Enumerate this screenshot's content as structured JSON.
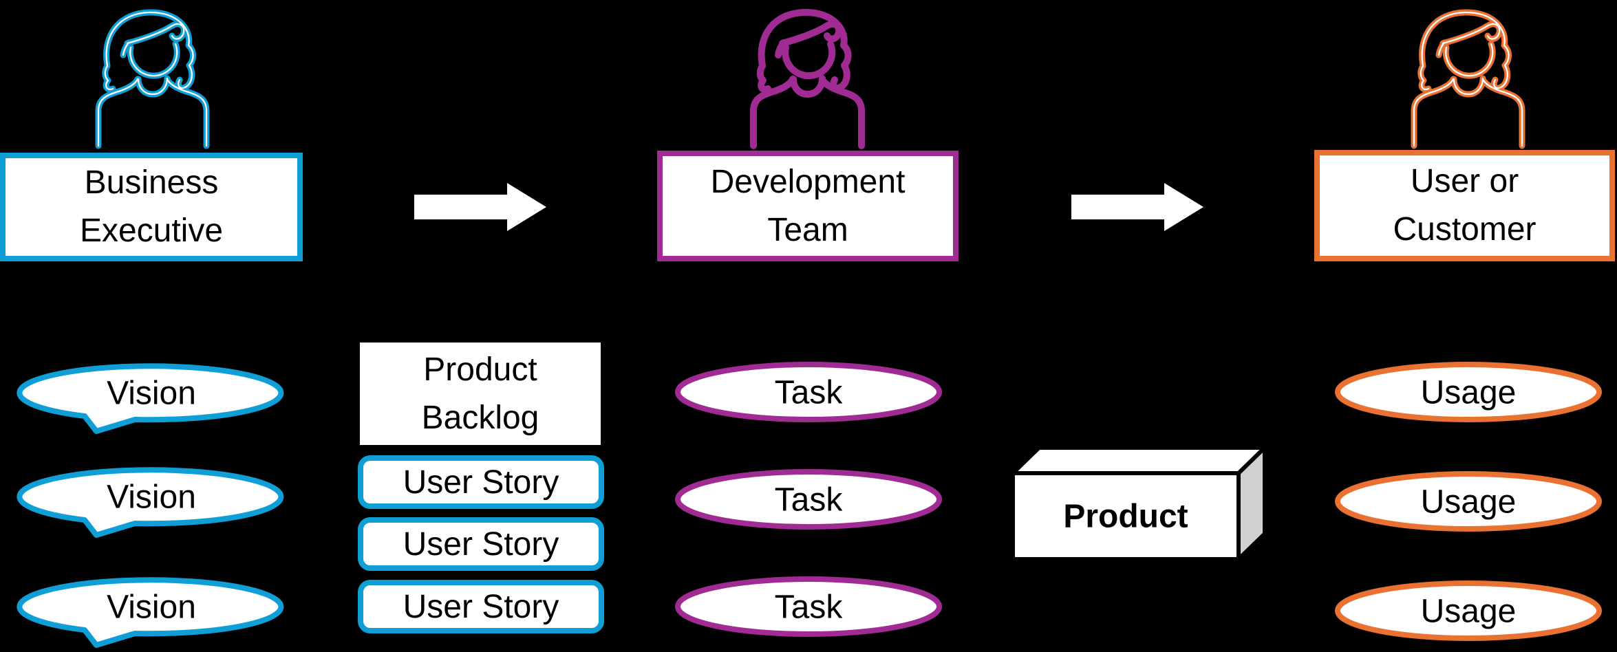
{
  "background_color": "#000000",
  "palette": {
    "executive_blue": "#0F9ED5",
    "team_purple": "#A02B93",
    "customer_orange": "#E97132",
    "arrow_white": "#FFFFFF",
    "box_side_gray": "#D0D0D0",
    "text_black": "#000000"
  },
  "actors": {
    "business_executive": {
      "icon": "woman-user-icon",
      "label_line1": "Business",
      "label_line2": "Executive"
    },
    "development_team": {
      "icon": "woman-user-icon",
      "label_line1": "Development",
      "label_line2": "Team"
    },
    "user_or_customer": {
      "icon": "woman-user-icon",
      "label_line1": "User or",
      "label_line2": "Customer"
    }
  },
  "arrows": {
    "icon": "right-arrow-icon"
  },
  "artifacts": {
    "visions": [
      "Vision",
      "Vision",
      "Vision"
    ],
    "product_backlog": {
      "label_line1": "Product",
      "label_line2": "Backlog"
    },
    "user_stories": [
      "User Story",
      "User Story",
      "User Story"
    ],
    "tasks": [
      "Task",
      "Task",
      "Task"
    ],
    "product_label": "Product",
    "usages": [
      "Usage",
      "Usage",
      "Usage"
    ]
  }
}
